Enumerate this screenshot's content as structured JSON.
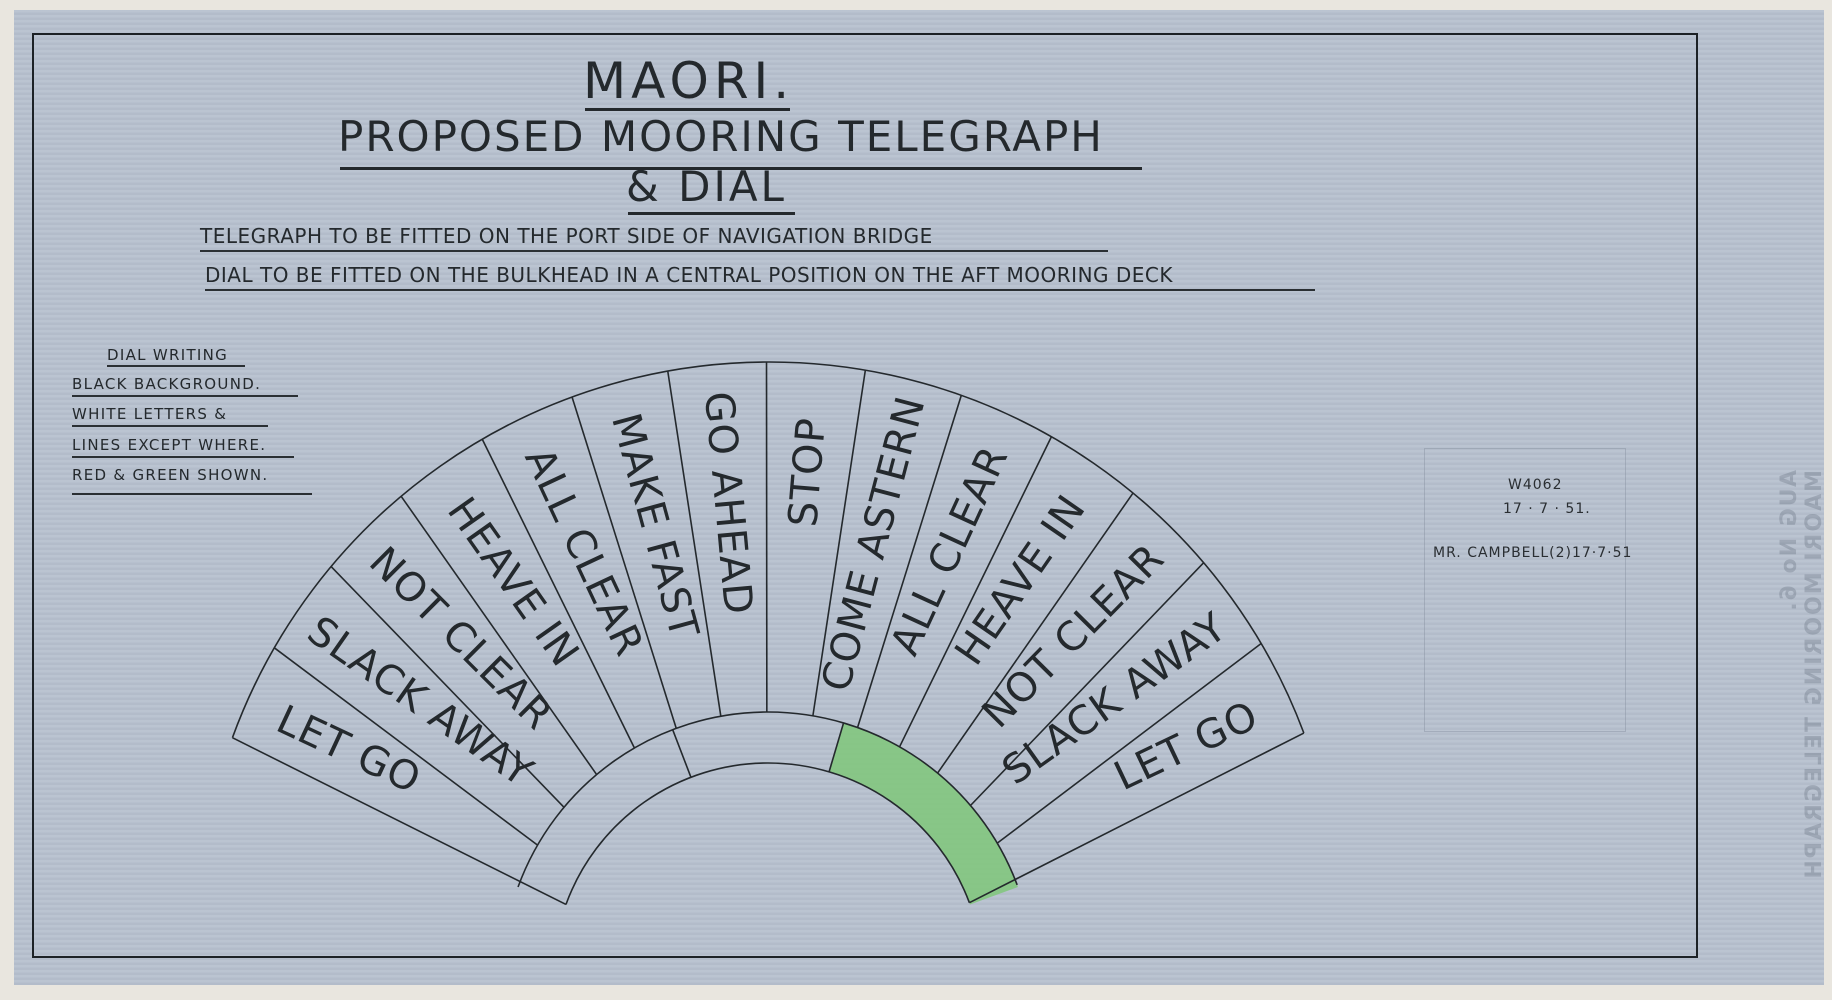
{
  "document": {
    "title": "MAORI.",
    "subtitle": "PROPOSED MOORING TELEGRAPH",
    "subtitle2": "& DIAL",
    "instructions": [
      "TELEGRAPH TO BE FITTED ON THE PORT SIDE OF NAVIGATION BRIDGE",
      "DIAL TO BE FITTED ON THE BULKHEAD IN A CENTRAL POSITION ON THE AFT MOORING DECK"
    ],
    "dial_notes": [
      "DIAL WRITING",
      "BLACK BACKGROUND.",
      "WHITE LETTERS      &",
      "LINES  EXCEPT  WHERE.",
      "RED  &  GREEN  SHOWN."
    ],
    "stamp": {
      "drawing_number": "W4062",
      "date": "17 · 7 · 51.",
      "issued_to": "MR. CAMPBELL(2)17·7·51"
    },
    "bleed_through": [
      "MAORI MOORING TELEGRAPH",
      "AUG No 6."
    ]
  },
  "dial": {
    "segments_left": [
      "LET GO",
      "SLACK AWAY",
      "NOT CLEAR",
      "HEAVE IN",
      "ALL CLEAR",
      "MAKE FAST",
      "GO AHEAD"
    ],
    "segments_right": [
      "STOP",
      "COME ASTERN",
      "ALL CLEAR",
      "HEAVE IN",
      "NOT CLEAR",
      "SLACK AWAY",
      "LET GO"
    ],
    "highlight_color": "#7fc77a",
    "highlight_region": "inner ring, astern side"
  },
  "colors": {
    "paper": "#b7c1cf",
    "ink": "#24292d",
    "green": "#7fc77a"
  }
}
